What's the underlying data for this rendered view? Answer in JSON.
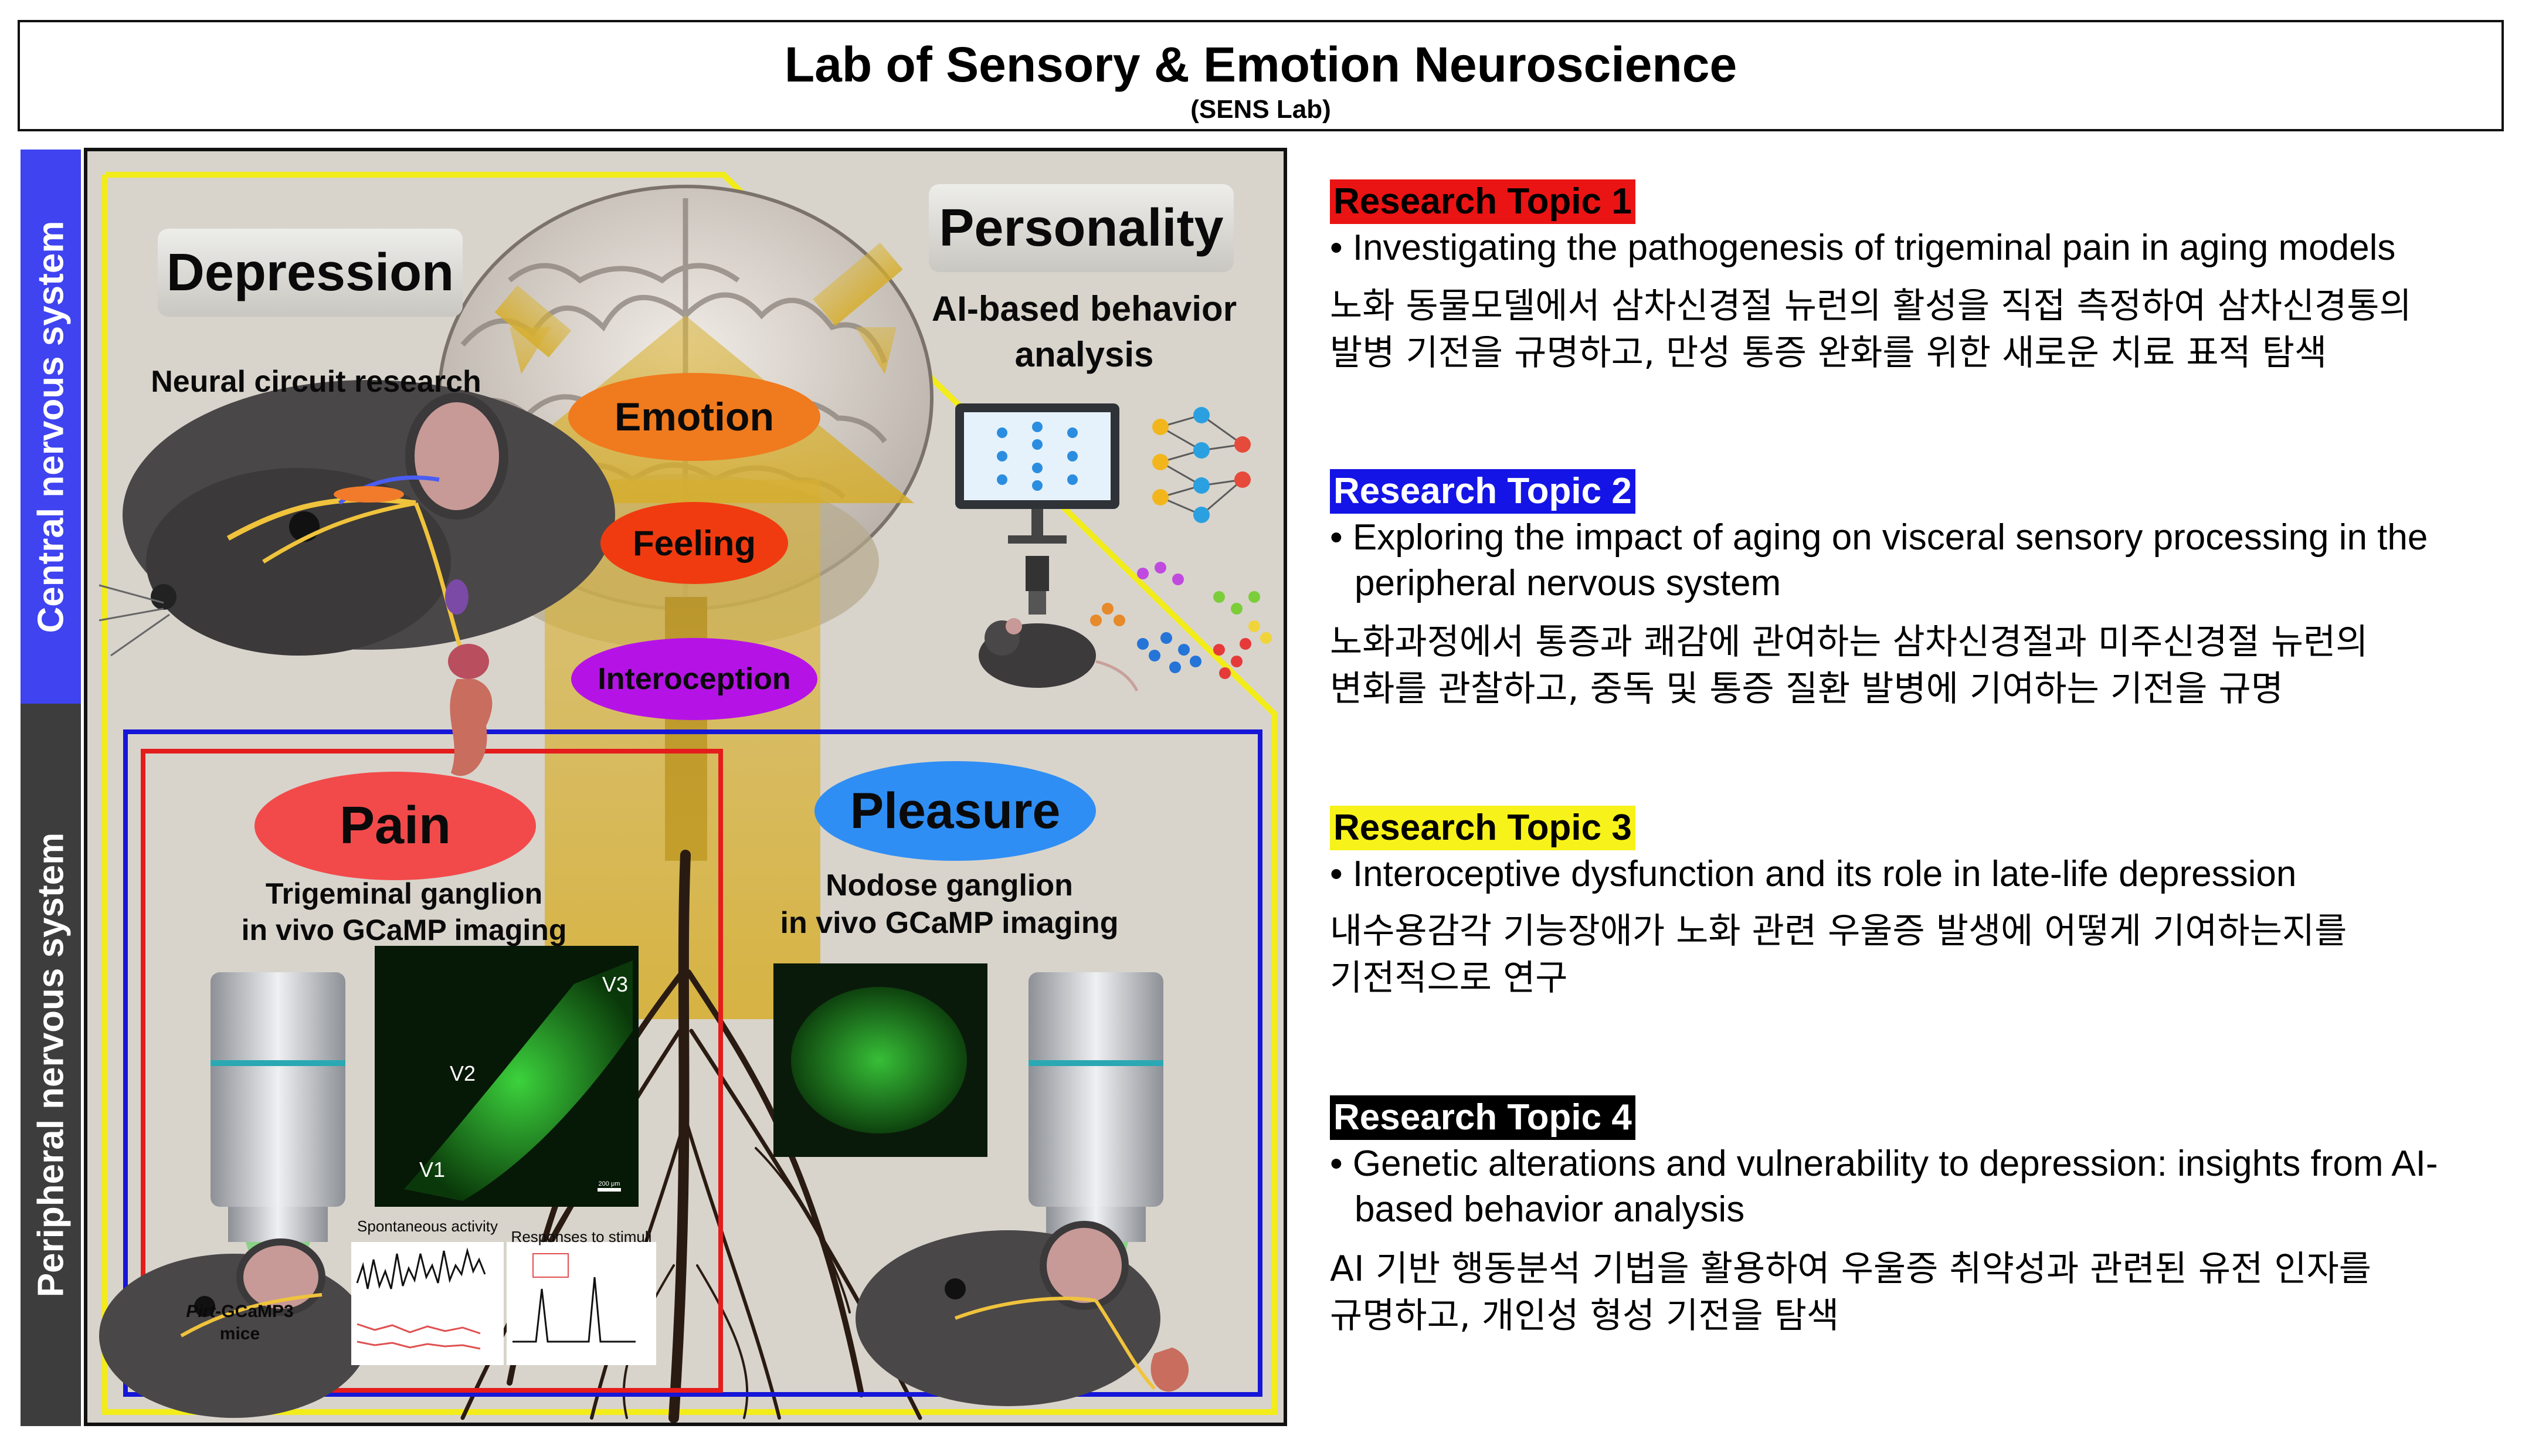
{
  "header": {
    "title": "Lab of Sensory & Emotion Neuroscience",
    "subtitle": "(SENS Lab)"
  },
  "side_labels": {
    "central": "Central nervous system",
    "peripheral": "Peripheral nervous system"
  },
  "diagram": {
    "depression": "Depression",
    "neural_circuit": "Neural circuit research",
    "personality": "Personality",
    "ai_behavior": "AI-based behavior analysis",
    "emotion": "Emotion",
    "feeling": "Feeling",
    "interoception": "Interoception",
    "pain": "Pain",
    "pleasure": "Pleasure",
    "trigeminal_line1": "Trigeminal ganglion",
    "trigeminal_line2": "in vivo GCaMP imaging",
    "nodose_line1": "Nodose ganglion",
    "nodose_line2": "in vivo GCaMP imaging",
    "v1": "V1",
    "v2": "V2",
    "v3": "V3",
    "scale_bar": "200 μm",
    "spontaneous": "Spontaneous activity",
    "responses": "Responses to stimuli",
    "mice_label_italic": "Pirt",
    "mice_label_rest": "-GCaMP3",
    "mice_label_line2": "mice",
    "colors": {
      "pain": "#f24a4a",
      "pleasure": "#2f8ef4",
      "emotion": "#f07a1e",
      "feeling": "#f03b10",
      "interoception": "#b513e6",
      "topic1_box": "#e41c1c",
      "topic2_box": "#1616d8",
      "topic3_box": "#f2ec1a"
    }
  },
  "topics": [
    {
      "label": "Research Topic 1",
      "badge_bg": "#ea1414",
      "badge_fg": "#000000",
      "en": [
        "• Investigating the pathogenesis of trigeminal pain in aging models"
      ],
      "ko": [
        "노화 동물모델에서 삼차신경절 뉴런의 활성을 직접 측정하여 삼차신경통의",
        "발병 기전을 규명하고, 만성 통증 완화를 위한 새로운 치료 표적 탐색"
      ]
    },
    {
      "label": "Research Topic 2",
      "badge_bg": "#1414e6",
      "badge_fg": "#ffffff",
      "en": [
        "• Exploring the impact of aging on visceral sensory processing in the",
        "peripheral nervous system"
      ],
      "ko": [
        "노화과정에서 통증과 쾌감에 관여하는 삼차신경절과 미주신경절 뉴런의",
        "변화를 관찰하고, 중독 및 통증 질환 발병에 기여하는 기전을 규명"
      ]
    },
    {
      "label": "Research Topic 3",
      "badge_bg": "#f7f21a",
      "badge_fg": "#000000",
      "en": [
        "• Interoceptive dysfunction and its role in late-life depression"
      ],
      "ko": [
        "내수용감각 기능장애가 노화 관련 우울증 발생에 어떻게 기여하는지를",
        "기전적으로 연구"
      ]
    },
    {
      "label": "Research Topic 4",
      "badge_bg": "#000000",
      "badge_fg": "#ffffff",
      "en": [
        "• Genetic alterations and vulnerability to depression: insights from AI-",
        "based behavior analysis"
      ],
      "ko": [
        "AI 기반 행동분석 기법을 활용하여 우울증 취약성과 관련된 유전 인자를",
        "규명하고, 개인성 형성 기전을 탐색"
      ]
    }
  ]
}
